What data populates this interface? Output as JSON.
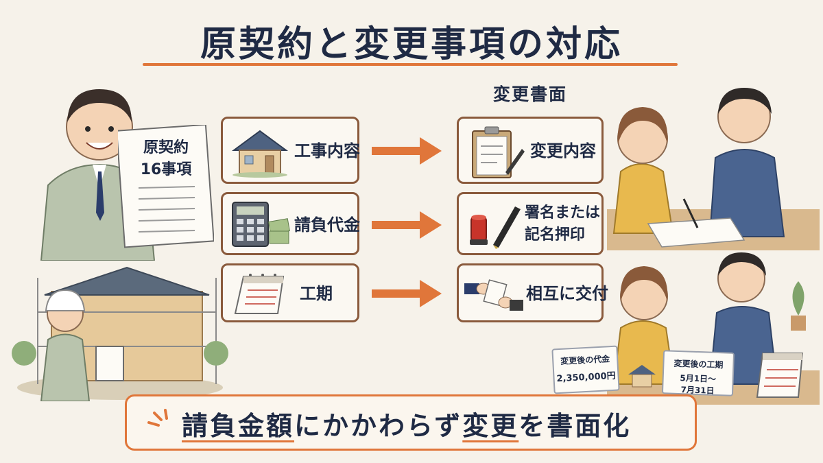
{
  "title": "原契約と変更事項の対応",
  "left_doc": {
    "line1": "原契約",
    "line2": "16事項"
  },
  "right_header": "変更書面",
  "rows": [
    {
      "left_label": "工事内容",
      "left_icon": "house-icon",
      "right_label": "変更内容",
      "right_icon": "clipboard-icon"
    },
    {
      "left_label": "請負代金",
      "left_icon": "calculator-icon",
      "right_label_line1": "署名または",
      "right_label_line2": "記名押印",
      "right_icon": "stamp-pen-icon"
    },
    {
      "left_label": "工期",
      "left_icon": "calendar-icon",
      "right_label": "相互に交付",
      "right_icon": "handover-icon"
    }
  ],
  "cards": {
    "price_title": "変更後の代金",
    "price_value": "2,350,000円",
    "period_title": "変更後の工期",
    "period_line1": "5月1日〜",
    "period_line2": "7月31日"
  },
  "bottom": {
    "part1": "請負金額",
    "part2": "にかかわらず",
    "part3": "変更",
    "part4": "を書面化"
  },
  "colors": {
    "accent": "#e0763a",
    "border": "#8a5a3c",
    "navy": "#1f2a44"
  }
}
